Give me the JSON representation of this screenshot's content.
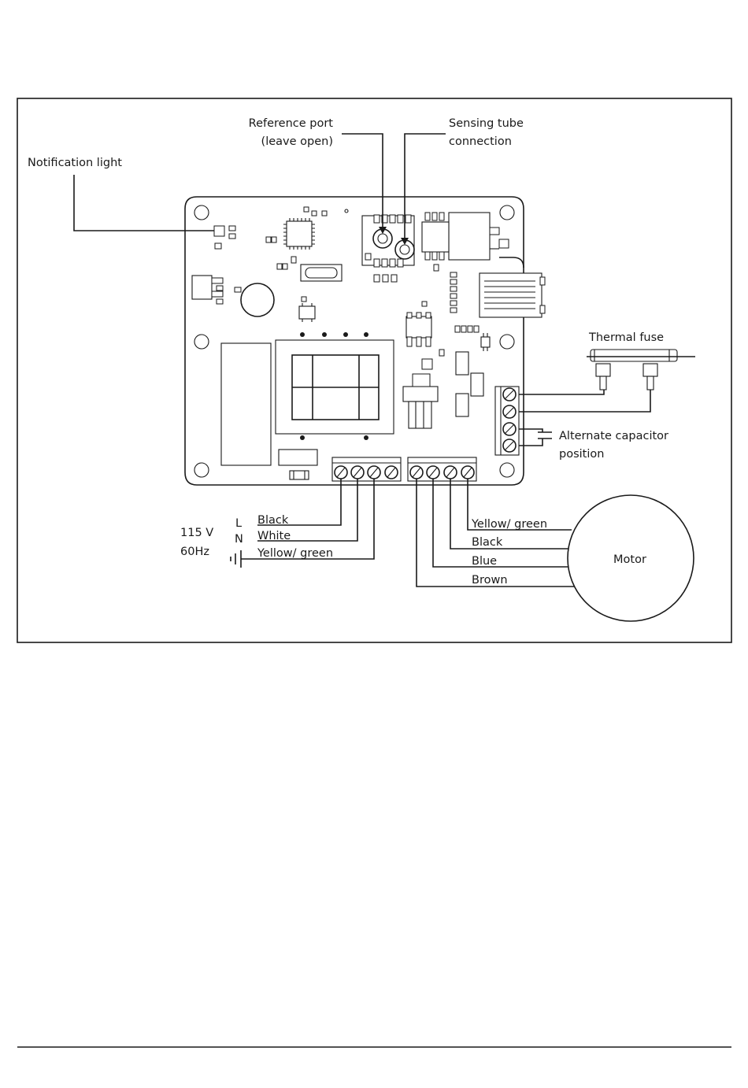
{
  "labels": {
    "reference_port": [
      "Reference port",
      "(leave open)"
    ],
    "sensing_tube": [
      "Sensing tube",
      "connection"
    ],
    "notification_light": "Notification light",
    "thermal_fuse": "Thermal fuse",
    "alternate_capacitor": [
      "Alternate capacitor",
      "position"
    ],
    "motor": "Motor"
  },
  "supply": {
    "voltage": "115 V",
    "frequency": "60Hz",
    "line_letters": [
      "L",
      "N"
    ],
    "wires": [
      "Black",
      "White",
      "Yellow/ green"
    ]
  },
  "motor_wires": [
    "Yellow/ green",
    "Black",
    "Blue",
    "Brown"
  ],
  "colors": {
    "line": "#1a1a1a",
    "background": "#ffffff"
  }
}
